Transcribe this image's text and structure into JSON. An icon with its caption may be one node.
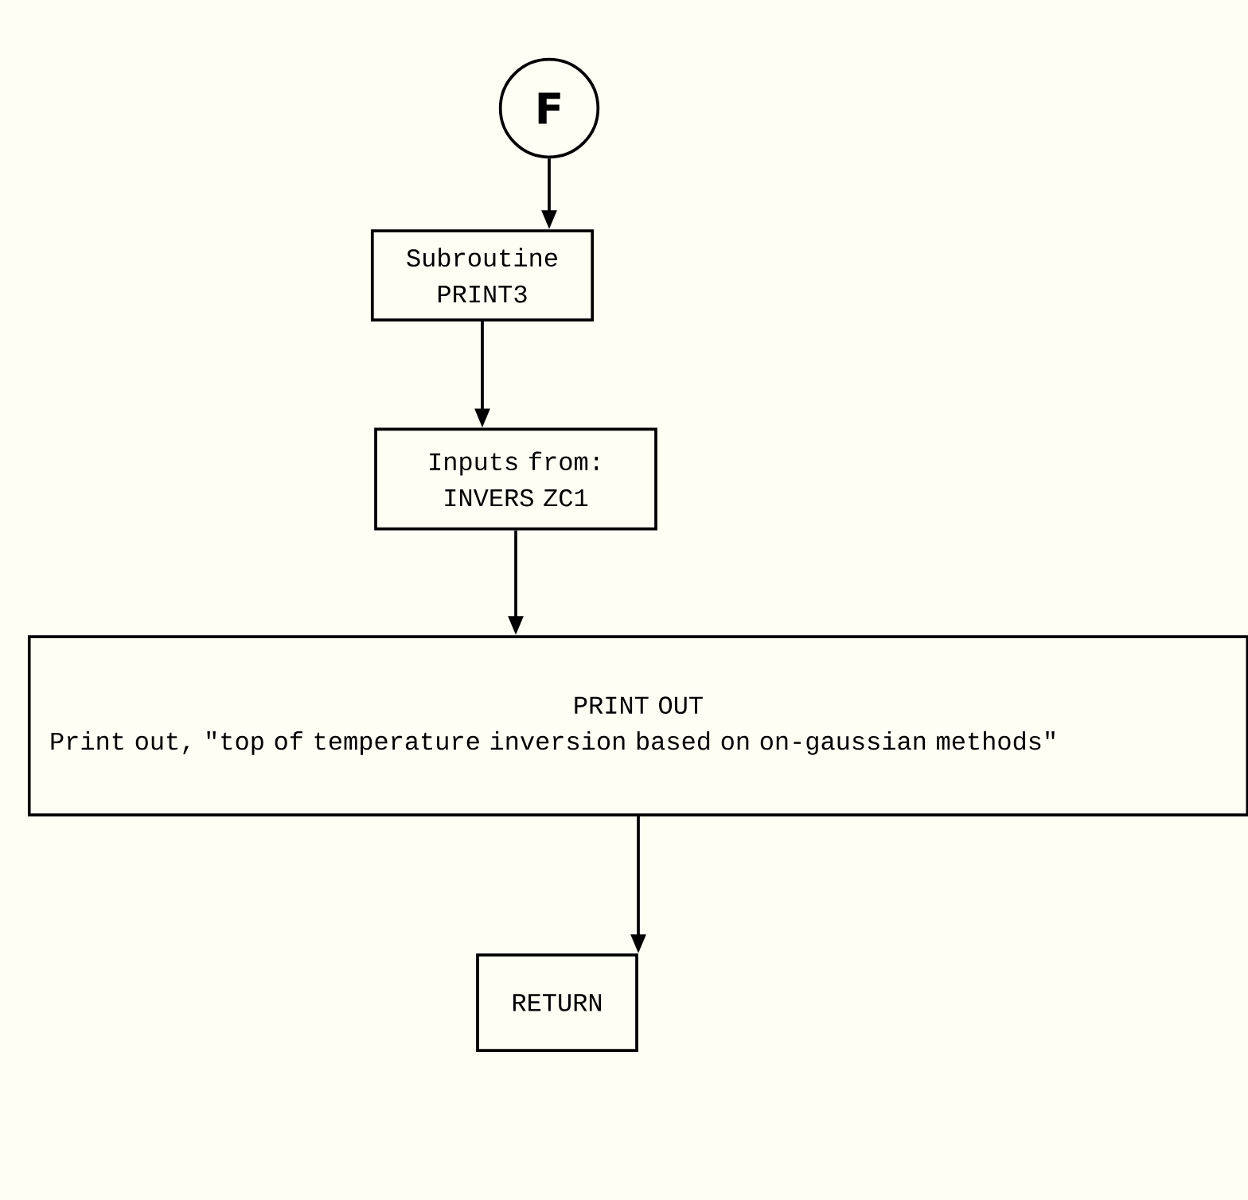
{
  "diagram": {
    "nodes": [
      {
        "text": [
          "F"
        ]
      },
      {
        "text": [
          "Subroutine PRINT3"
        ]
      },
      {
        "text": [
          "Inputs from: INVERS ZC1"
        ]
      },
      {
        "text": [
          "PRINT OUT",
          "Print out, \"top of temperature inversion based on on-gaussian methods\""
        ]
      },
      {
        "text": [
          "RETURN"
        ]
      }
    ],
    "edges": [
      {
        "from": 0,
        "to": 1,
        "arrow": "to"
      },
      {
        "from": 1,
        "to": 2,
        "arrow": "to"
      },
      {
        "from": 2,
        "to": 3,
        "arrow": "to"
      },
      {
        "from": 3,
        "to": 4,
        "arrow": "to"
      }
    ]
  }
}
